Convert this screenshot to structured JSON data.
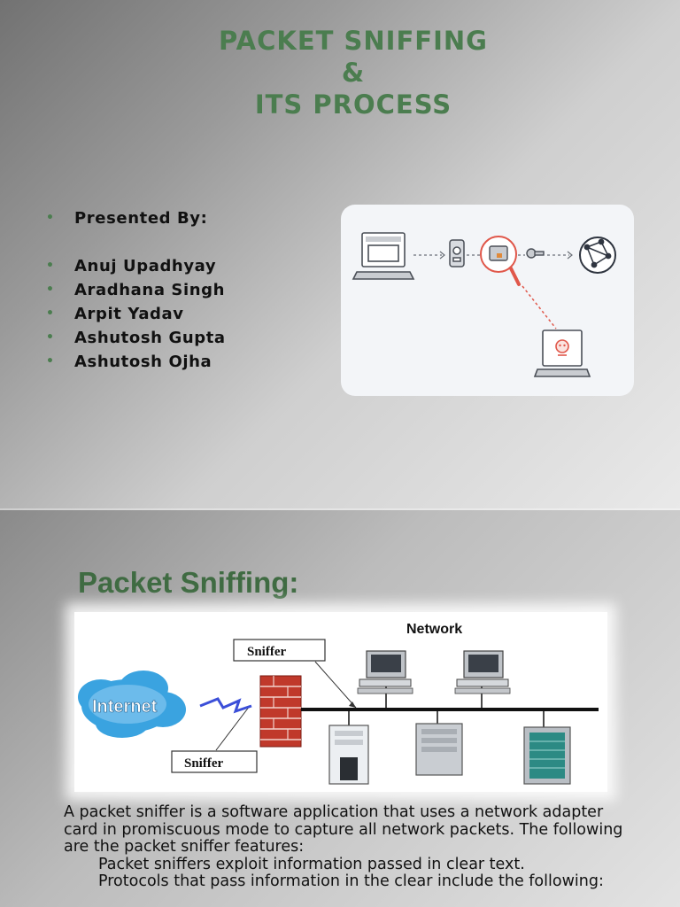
{
  "slide1": {
    "title_lines": [
      "PACKET SNIFFING",
      "&",
      "ITS PROCESS"
    ],
    "presented_by": "Presented By:",
    "presenters": [
      "Anuj Upadhyay",
      "Aradhana Singh",
      "Arpit Yadav",
      "Ashutosh Gupta",
      "Ashutosh Ojha"
    ],
    "bullet_glyph": "•"
  },
  "slide2": {
    "title": "Packet Sniffing:",
    "diagram": {
      "network_label": "Network",
      "sniffer_top_label": "Sniffer",
      "sniffer_bottom_label": "Sniffer",
      "internet_label": "Internet"
    },
    "paragraph": "A packet sniffer is a software application that uses a network adapter card in promiscuous mode to capture all network packets. The following are the packet sniffer features:",
    "indented_lines": [
      "Packet sniffers exploit information passed in clear text.",
      "Protocols that pass information in the clear include the following:"
    ]
  },
  "colors": {
    "title_green": "#4b7d4f",
    "sniffer_red": "#e0574a",
    "firewall_red": "#c0392b",
    "cloud_blue": "#3aa3e0"
  }
}
